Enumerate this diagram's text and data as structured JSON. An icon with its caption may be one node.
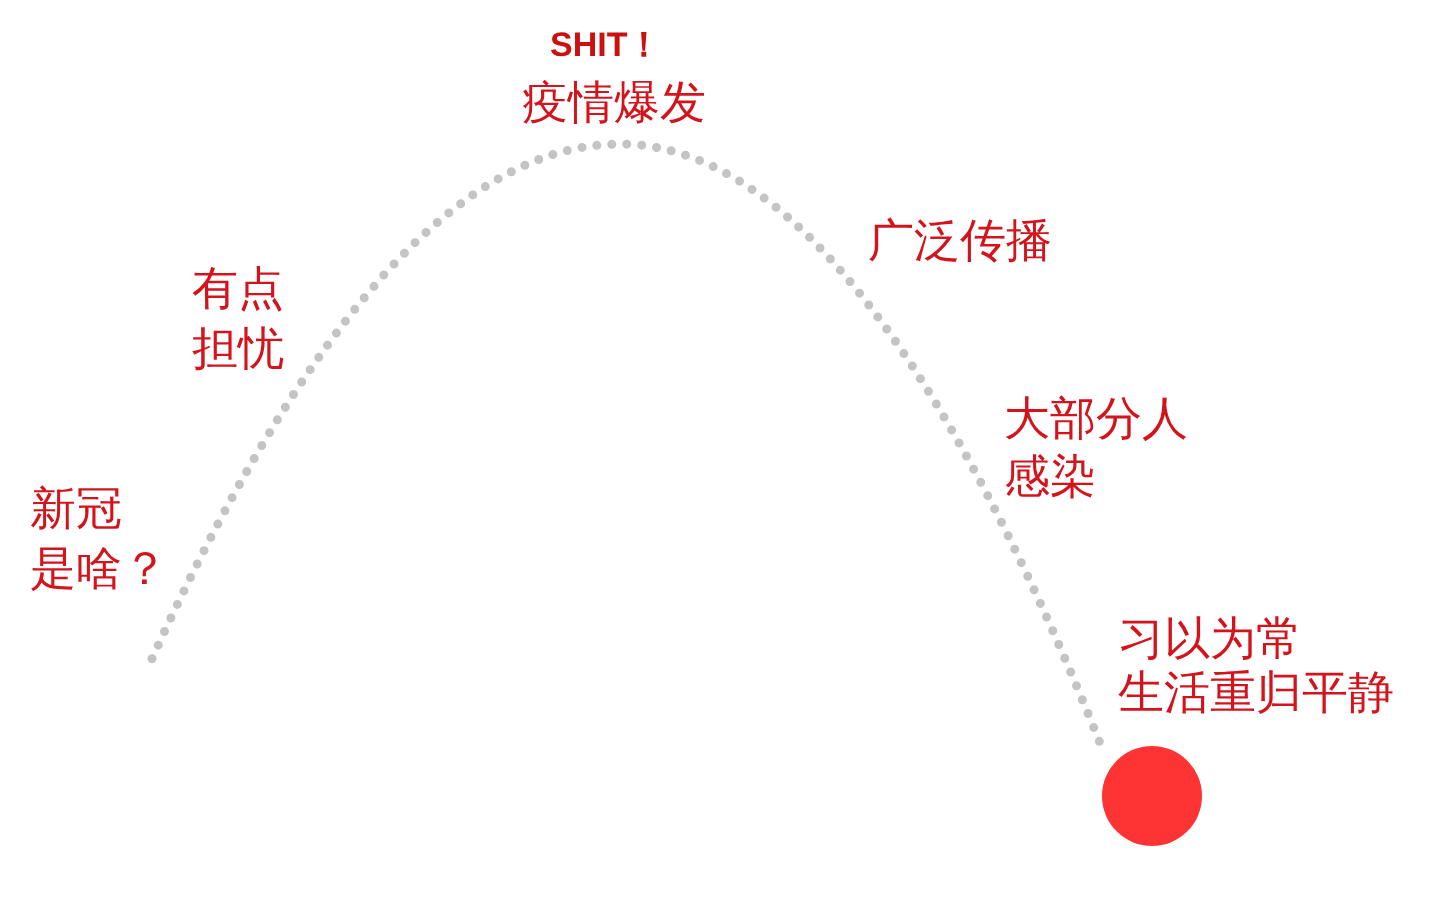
{
  "diagram": {
    "labels": [
      "新冠是啥？",
      "有点担忧",
      "SHIT！",
      "疫情爆发",
      "广泛传播",
      "大部分人感染",
      "习以为常生活重归平静"
    ]
  }
}
